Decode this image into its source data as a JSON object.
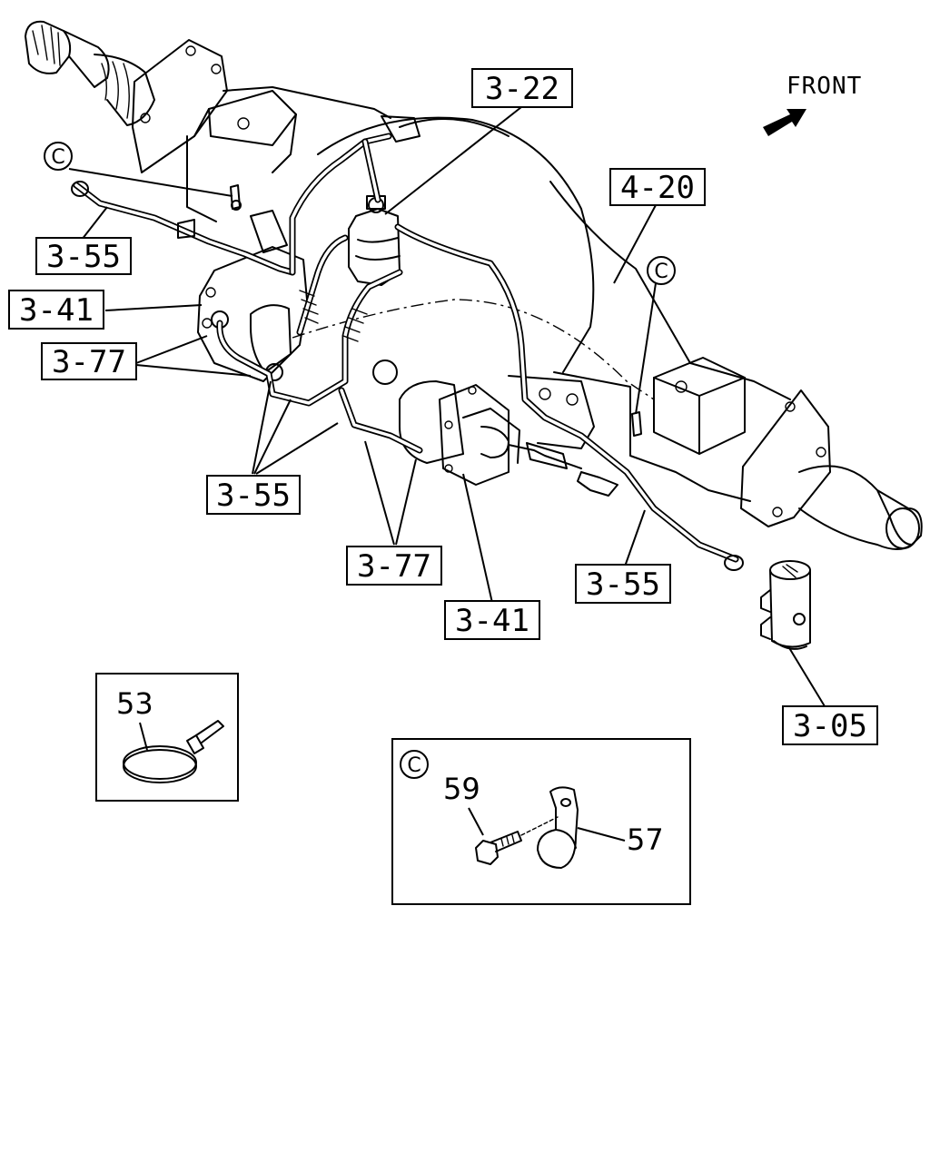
{
  "diagram": {
    "front_label": "FRONT",
    "callouts": {
      "c_3_22": "3-22",
      "c_4_20": "4-20",
      "c_3_55_left": "3-55",
      "c_3_41_left": "3-41",
      "c_3_77_left": "3-77",
      "c_3_55_center": "3-55",
      "c_3_77_bottom": "3-77",
      "c_3_41_bottom": "3-41",
      "c_3_55_right": "3-55",
      "c_3_05": "3-05"
    },
    "circle_marks": {
      "c_left": "C",
      "c_right": "C",
      "c_detail": "C"
    },
    "detail_numbers": {
      "n53": "53",
      "n59": "59",
      "n57": "57"
    }
  }
}
